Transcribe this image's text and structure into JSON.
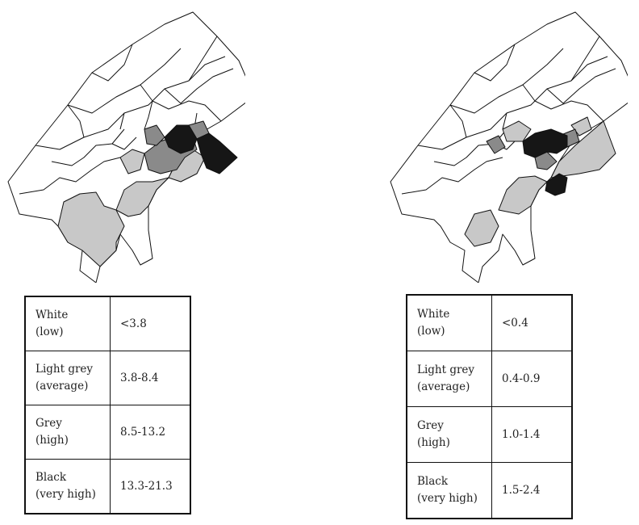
{
  "colors": {
    "low": "#ffffff",
    "average": "#c8c8c8",
    "high": "#8a8a8a",
    "very_high": "#161616",
    "outline": "#111111"
  },
  "maps": [
    {
      "legend": [
        {
          "class": "White",
          "level": "(low)",
          "range": "<3.8"
        },
        {
          "class": "Light grey",
          "level": "(average)",
          "range": "3.8-8.4"
        },
        {
          "class": "Grey",
          "level": "(high)",
          "range": "8.5-13.2"
        },
        {
          "class": "Black",
          "level": "(very high)",
          "range": "13.3-21.3"
        }
      ]
    },
    {
      "legend": [
        {
          "class": "White",
          "level": "(low)",
          "range": "<0.4"
        },
        {
          "class": "Light grey",
          "level": "(average)",
          "range": "0.4-0.9"
        },
        {
          "class": "Grey",
          "level": "(high)",
          "range": "1.0-1.4"
        },
        {
          "class": "Black",
          "level": "(very high)",
          "range": "1.5-2.4"
        }
      ]
    }
  ]
}
